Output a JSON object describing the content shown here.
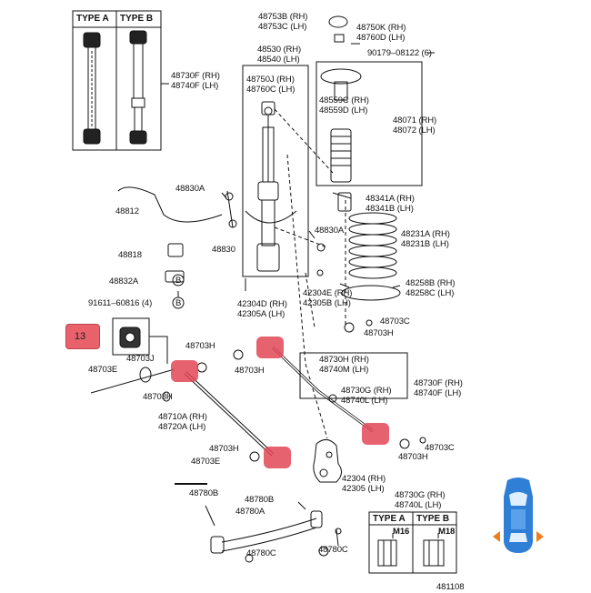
{
  "colors": {
    "line": "#111111",
    "highlight": "#e04656",
    "car_body": "#2f7fd6",
    "car_arrow": "#f07d1c"
  },
  "callout": {
    "label": "13"
  },
  "type_box_top": {
    "type_a": "TYPE A",
    "type_b": "TYPE B",
    "part": "48730F (RH)\n48740F (LH)"
  },
  "type_box_bottom": {
    "type_a": "TYPE A",
    "type_b": "TYPE B",
    "size_a": "M16",
    "size_b": "M18"
  },
  "labels": [
    {
      "id": "p48753b",
      "text": "48753B (RH)\n48753C (LH)"
    },
    {
      "id": "p48750k",
      "text": "48750K (RH)\n48760D (LH)"
    },
    {
      "id": "p48530",
      "text": "48530 (RH)\n48540 (LH)"
    },
    {
      "id": "p90179",
      "text": "90179–08122 (6)"
    },
    {
      "id": "p48750j",
      "text": "48750J (RH)\n48760C (LH)"
    },
    {
      "id": "p48559c",
      "text": "48559C (RH)\n48559D (LH)"
    },
    {
      "id": "p48071",
      "text": "48071 (RH)\n48072 (LH)"
    },
    {
      "id": "p48830a1",
      "text": "48830A"
    },
    {
      "id": "p48812",
      "text": "48812"
    },
    {
      "id": "p48341a",
      "text": "48341A (RH)\n48341B (LH)"
    },
    {
      "id": "p48830",
      "text": "48830"
    },
    {
      "id": "p48830a2",
      "text": "48830A"
    },
    {
      "id": "p48231a",
      "text": "48231A (RH)\n48231B (LH)"
    },
    {
      "id": "p48818",
      "text": "48818"
    },
    {
      "id": "p48832a",
      "text": "48832A"
    },
    {
      "id": "p48258b",
      "text": "48258B (RH)\n48258C (LH)"
    },
    {
      "id": "p91611",
      "text": "91611–60816 (4)"
    },
    {
      "id": "p42304d",
      "text": "42304D (RH)\n42305A (LH)"
    },
    {
      "id": "p42304e",
      "text": "42304E (RH)\n42305B (LH)"
    },
    {
      "id": "p48703c1",
      "text": "48703C"
    },
    {
      "id": "p48703h1",
      "text": "48703H"
    },
    {
      "id": "p48703h2",
      "text": "48703H"
    },
    {
      "id": "p48703j",
      "text": "48703J"
    },
    {
      "id": "p48703e1",
      "text": "48703E"
    },
    {
      "id": "p48703h3",
      "text": "48703H"
    },
    {
      "id": "p48730h",
      "text": "48730H (RH)\n48740M (LH)"
    },
    {
      "id": "p48730g1",
      "text": "48730G (RH)\n48740L (LH)"
    },
    {
      "id": "p48730f",
      "text": "48730F (RH)\n48740F (LH)"
    },
    {
      "id": "p48703h4",
      "text": "48703H"
    },
    {
      "id": "p48710a",
      "text": "48710A (RH)\n48720A (LH)"
    },
    {
      "id": "p48703h5",
      "text": "48703H"
    },
    {
      "id": "p48703c2",
      "text": "48703C"
    },
    {
      "id": "p48703h6",
      "text": "48703H"
    },
    {
      "id": "p48703e2",
      "text": "48703E"
    },
    {
      "id": "p42304",
      "text": "42304 (RH)\n42305 (LH)"
    },
    {
      "id": "p48780b1",
      "text": "48780B"
    },
    {
      "id": "p48730g2",
      "text": "48730G (RH)\n48740L (LH)"
    },
    {
      "id": "p48780b2",
      "text": "48780B"
    },
    {
      "id": "p48780a",
      "text": "48780A"
    },
    {
      "id": "p48780c1",
      "text": "48780C"
    },
    {
      "id": "p48780c2",
      "text": "48780C"
    },
    {
      "id": "p481108",
      "text": "481108"
    },
    {
      "id": "pB1",
      "text": "B"
    },
    {
      "id": "pB2",
      "text": "B"
    }
  ]
}
